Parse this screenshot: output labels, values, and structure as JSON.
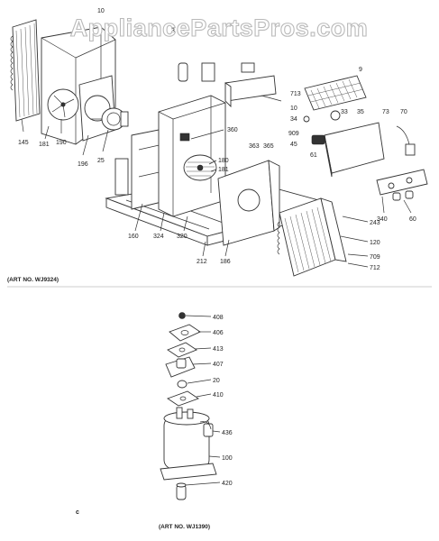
{
  "watermark": "AppliancePartsPros.com",
  "upper_diagram": {
    "art_number": "(ART NO. WJ9324)",
    "callouts": [
      "10",
      "3",
      "713",
      "9",
      "145",
      "181",
      "190",
      "196",
      "25",
      "360",
      "363",
      "365",
      "909",
      "10",
      "34",
      "33",
      "35",
      "45",
      "61",
      "73",
      "70",
      "180",
      "181",
      "160",
      "324",
      "320",
      "212",
      "186",
      "243",
      "120",
      "709",
      "712",
      "340",
      "60"
    ]
  },
  "lower_diagram": {
    "art_number": "(ART NO. WJ1390)",
    "callouts": [
      "408",
      "406",
      "413",
      "407",
      "20",
      "410",
      "436",
      "100",
      "420"
    ]
  },
  "stray_marks": [
    "c"
  ]
}
